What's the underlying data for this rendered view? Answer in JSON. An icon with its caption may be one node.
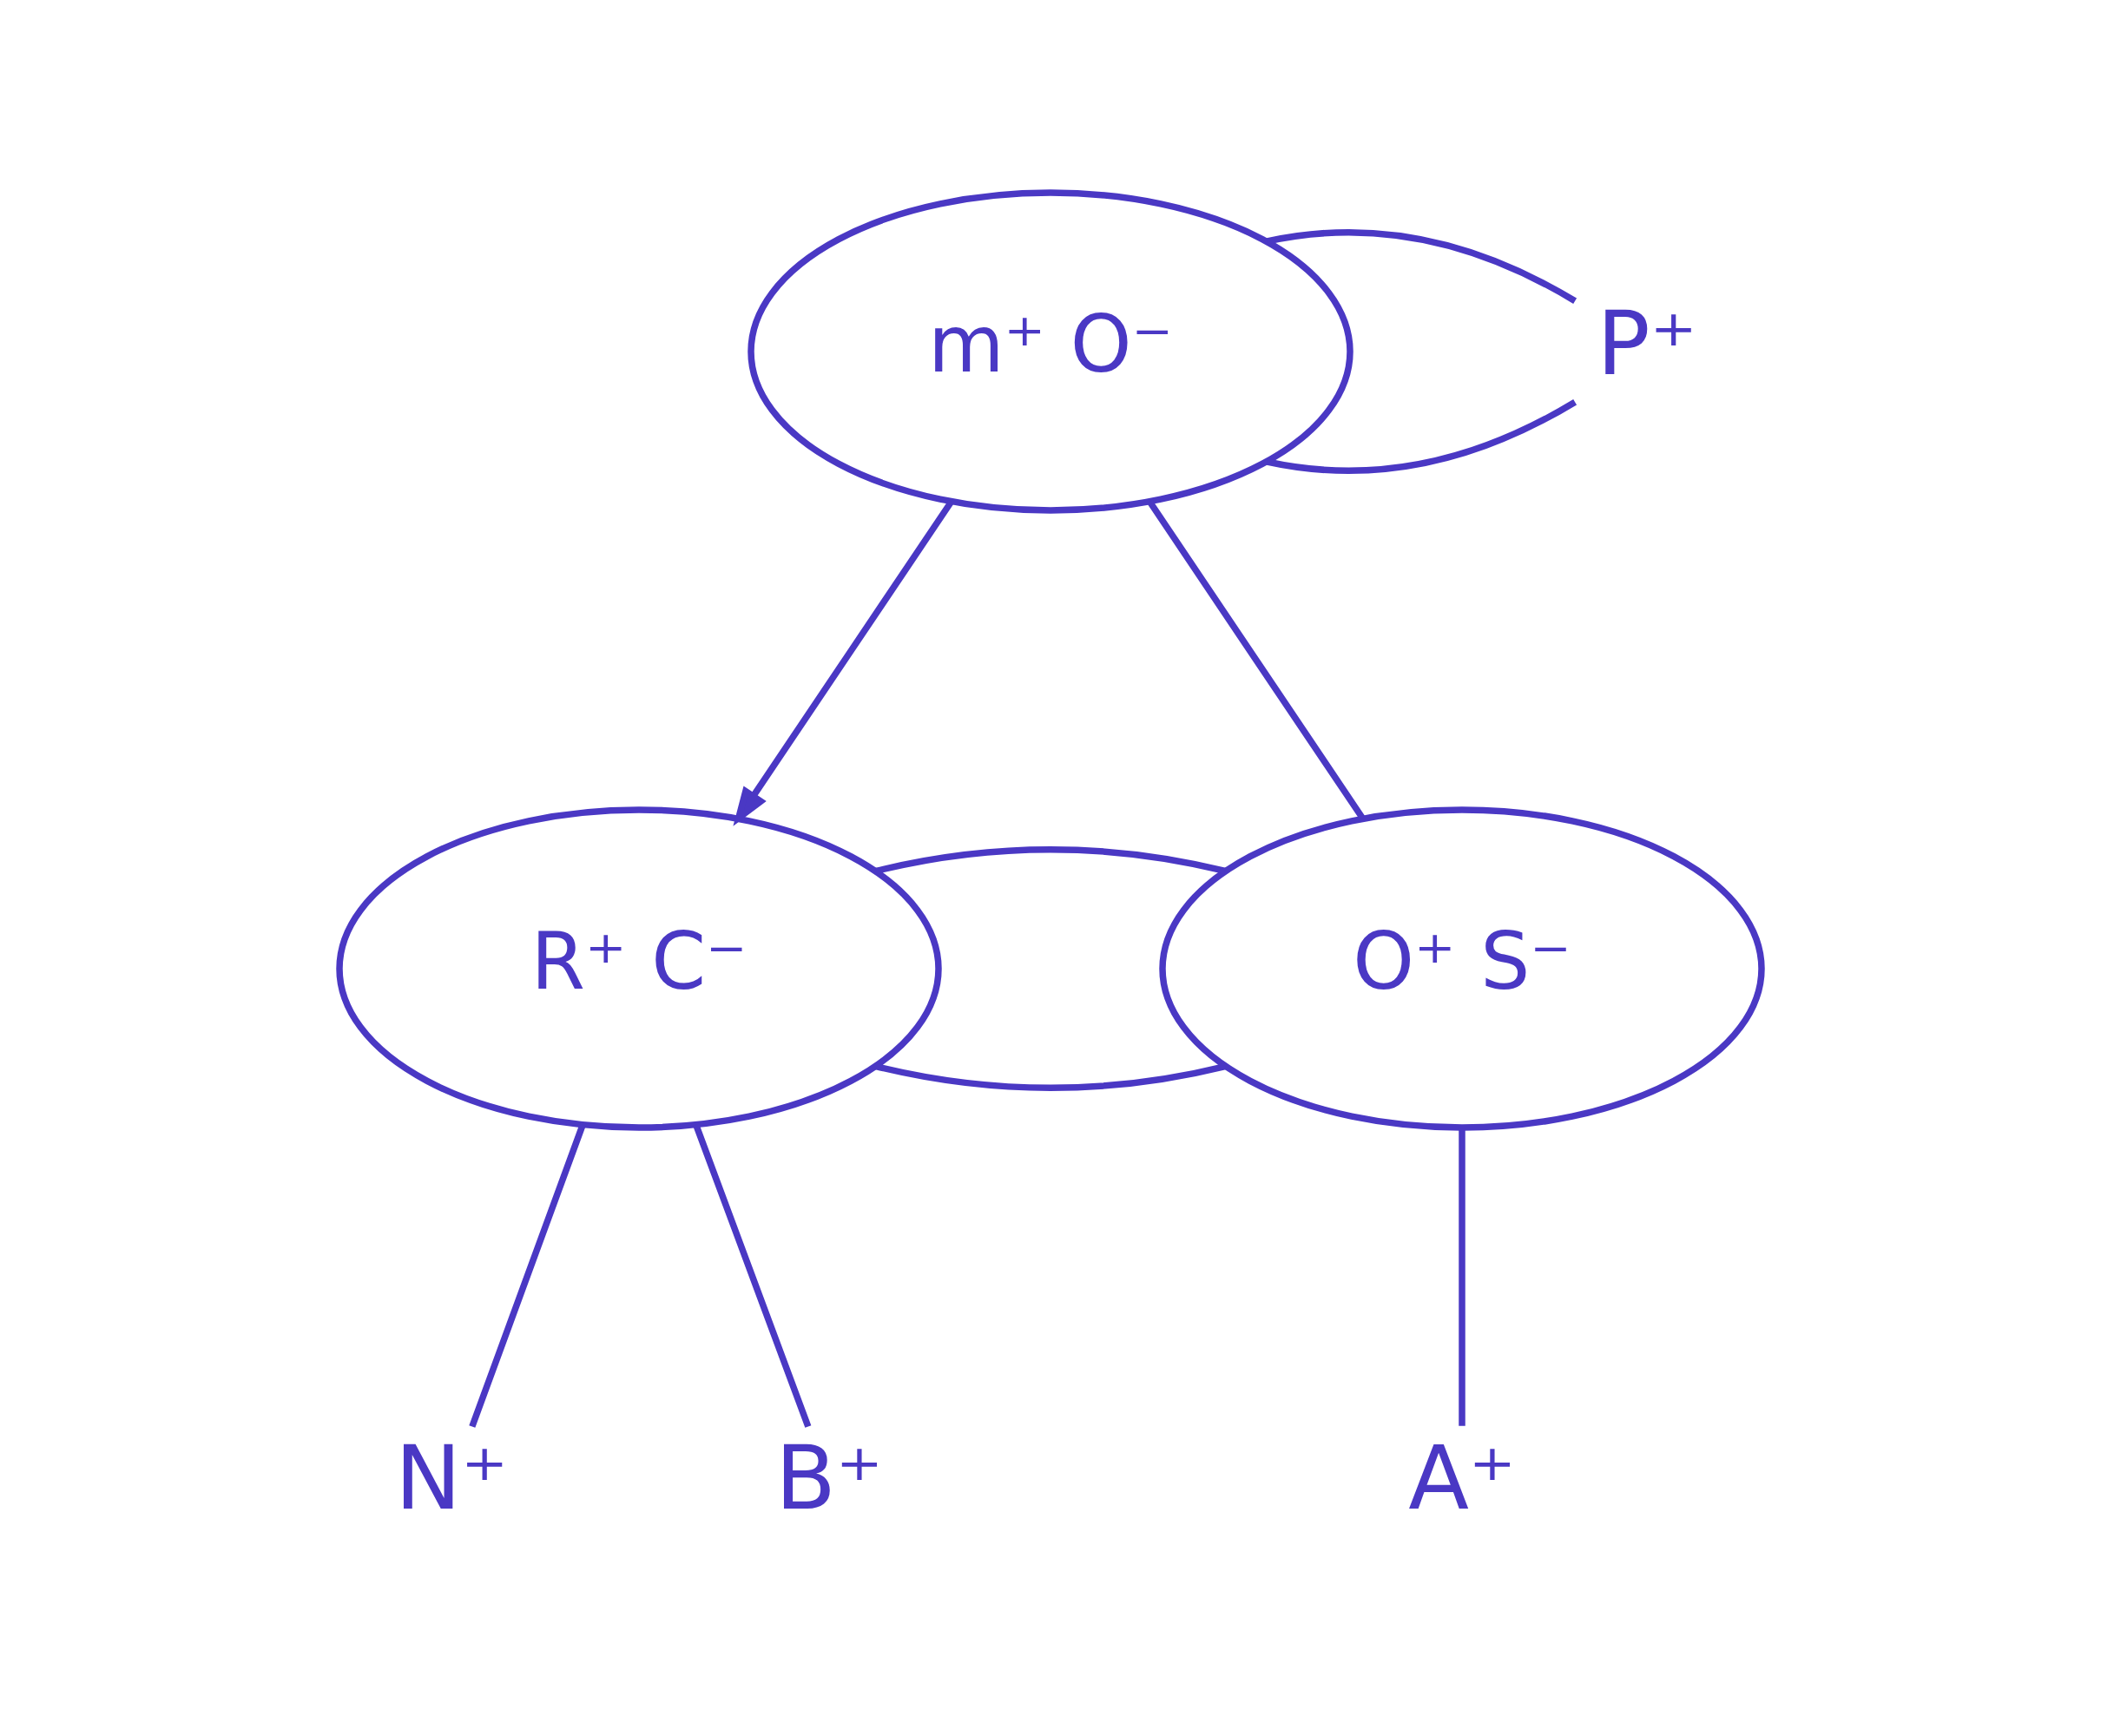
{
  "diagram": {
    "nodes": [
      {
        "text": [
          "m⁺ O⁻"
        ]
      },
      {
        "text": [
          "P⁺"
        ]
      },
      {
        "text": [
          "R⁺ C⁻"
        ]
      },
      {
        "text": [
          "O⁺ S⁻"
        ]
      },
      {
        "text": [
          "N⁺"
        ]
      },
      {
        "text": [
          "B⁺"
        ]
      },
      {
        "text": [
          "A⁺"
        ]
      }
    ],
    "edges": [
      {
        "from": 0,
        "to": 1,
        "arrow": "none"
      },
      {
        "from": 0,
        "to": 1,
        "arrow": "none"
      },
      {
        "from": 0,
        "to": 2,
        "arrow": "to"
      },
      {
        "from": 0,
        "to": 3,
        "arrow": "none"
      },
      {
        "from": 2,
        "to": 3,
        "arrow": "none"
      },
      {
        "from": 2,
        "to": 3,
        "arrow": "none"
      },
      {
        "from": 2,
        "to": 4,
        "arrow": "none"
      },
      {
        "from": 2,
        "to": 5,
        "arrow": "none"
      },
      {
        "from": 3,
        "to": 6,
        "arrow": "none"
      }
    ]
  }
}
